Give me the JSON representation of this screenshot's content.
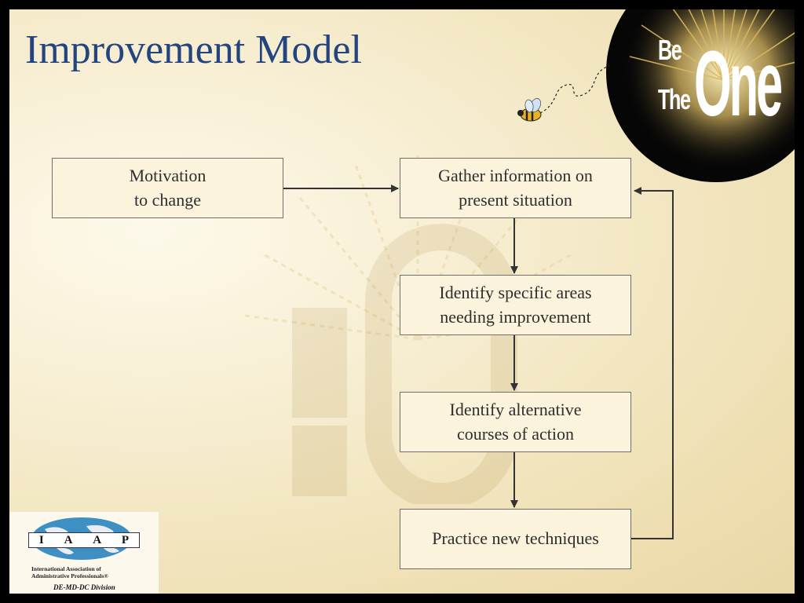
{
  "slide": {
    "title": "Improvement Model",
    "accent_color": "#23447e",
    "background_color": "#f7eed2"
  },
  "logo": {
    "be": "Be",
    "the": "The",
    "one": "One",
    "icon": "bee-icon"
  },
  "flowchart": {
    "boxes": [
      {
        "id": "motivation",
        "text": "Motivation\nto change"
      },
      {
        "id": "gather",
        "text": "Gather information on\npresent situation"
      },
      {
        "id": "identify-areas",
        "text": "Identify specific areas\nneeding improvement"
      },
      {
        "id": "identify-alternatives",
        "text": "Identify alternative\ncourses of action"
      },
      {
        "id": "practice",
        "text": "Practice new techniques"
      }
    ],
    "arrows": [
      {
        "from": "motivation",
        "to": "gather"
      },
      {
        "from": "gather",
        "to": "identify-areas"
      },
      {
        "from": "identify-areas",
        "to": "identify-alternatives"
      },
      {
        "from": "identify-alternatives",
        "to": "practice"
      },
      {
        "from": "practice",
        "to": "gather"
      }
    ]
  },
  "iaap": {
    "letters": [
      "I",
      "A",
      "A",
      "P"
    ],
    "name": "International Association of\nAdministrative Professionals®",
    "division": "DE-MD-DC Division"
  }
}
